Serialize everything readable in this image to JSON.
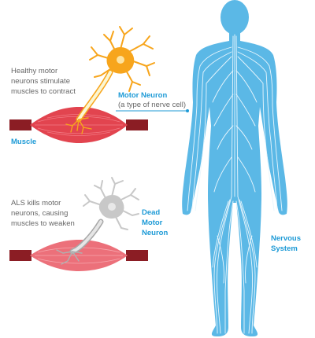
{
  "labels": {
    "healthy_note": "Healthy motor\nneurons stimulate\nmuscles to contract",
    "motor_neuron": "Motor Neuron",
    "motor_neuron_sub": "(a type of nerve cell)",
    "muscle": "Muscle",
    "als_note": "ALS kills motor\nneurons, causing\nmuscles to weaken",
    "dead_neuron": "Dead\nMotor\nNeuron",
    "nervous_system": "Nervous\nSystem"
  },
  "colors": {
    "body_fill": "#5bb8e6",
    "nerve_lines": "#e9f6fd",
    "neuron_healthy": "#f7a51c",
    "neuron_dead": "#c8c8c8",
    "axon": "#fbf6d2",
    "muscle": "#e2444f",
    "tendon": "#8b1d24",
    "label_blue": "#1d9ad6"
  }
}
